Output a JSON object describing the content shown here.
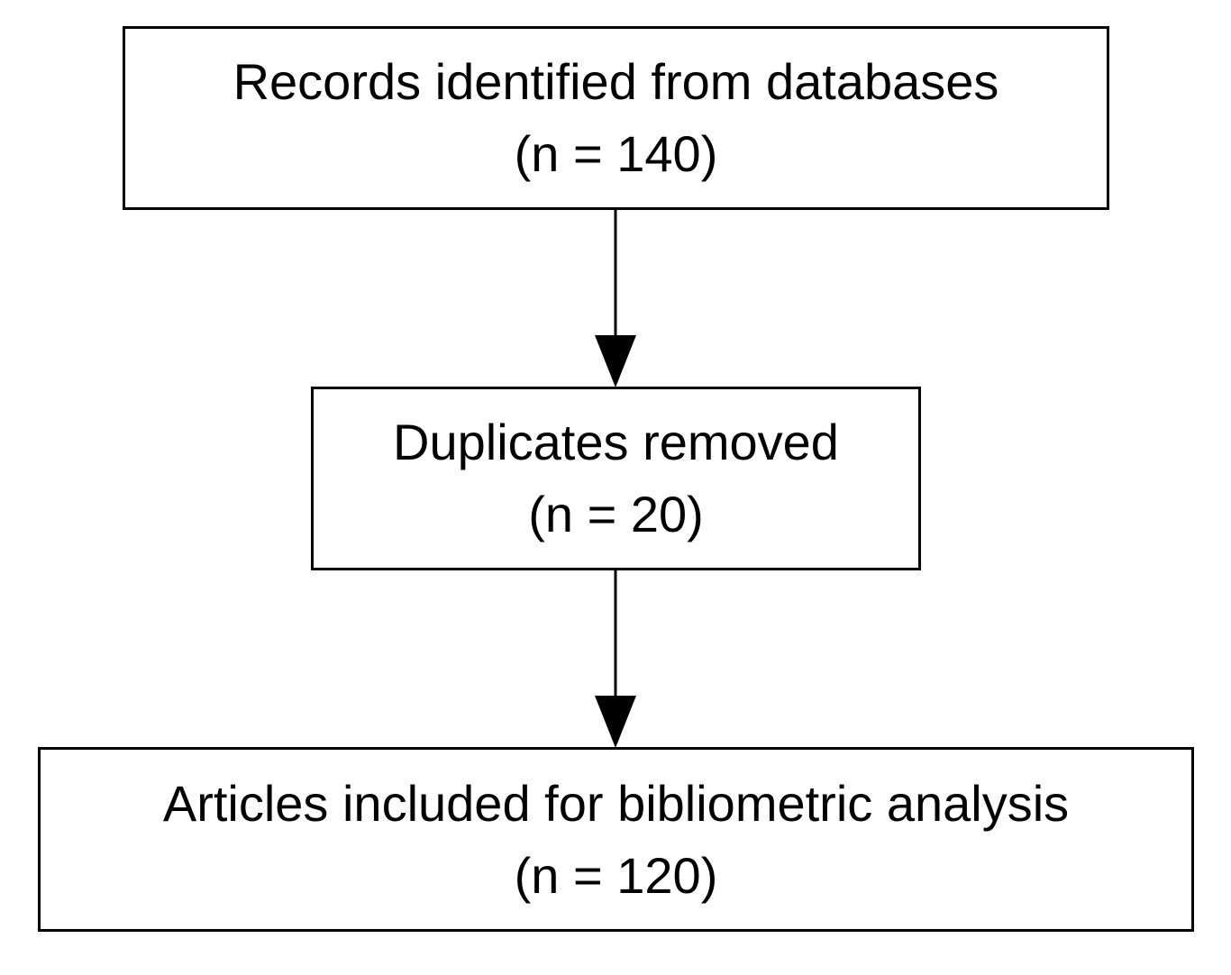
{
  "flowchart": {
    "boxes": [
      {
        "line1": "Records identified from databases",
        "line2": "(n = 140)"
      },
      {
        "line1": "Duplicates removed",
        "line2": "(n = 20)"
      },
      {
        "line1": "Articles included for bibliometric analysis",
        "line2": "(n = 120)"
      }
    ],
    "colors": {
      "stroke": "#000000",
      "fill": "#ffffff"
    }
  }
}
